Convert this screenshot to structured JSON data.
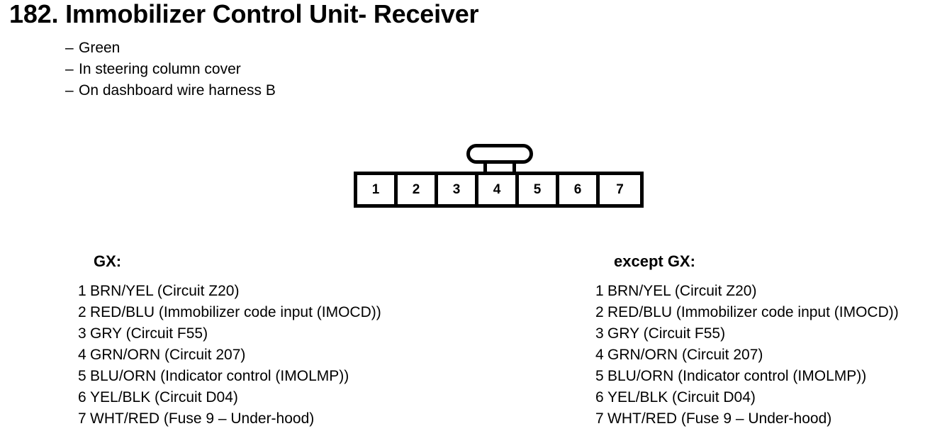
{
  "title": "182. Immobilizer Control Unit- Receiver",
  "notes": {
    "dash": "–",
    "items": [
      "Green",
      "In steering column cover",
      "On dashboard wire harness B"
    ]
  },
  "connector": {
    "pins": [
      "1",
      "2",
      "3",
      "4",
      "5",
      "6",
      "7"
    ]
  },
  "legends": [
    {
      "heading": "GX:",
      "rows": [
        {
          "pin": "1",
          "text": "BRN/YEL (Circuit Z20)"
        },
        {
          "pin": "2",
          "text": "RED/BLU (Immobilizer code input (IMOCD))"
        },
        {
          "pin": "3",
          "text": "GRY (Circuit F55)"
        },
        {
          "pin": "4",
          "text": "GRN/ORN (Circuit 207)"
        },
        {
          "pin": "5",
          "text": "BLU/ORN (Indicator control (IMOLMP))"
        },
        {
          "pin": "6",
          "text": "YEL/BLK (Circuit D04)"
        },
        {
          "pin": "7",
          "text": "WHT/RED (Fuse 9 – Under-hood)"
        }
      ]
    },
    {
      "heading": "except GX:",
      "rows": [
        {
          "pin": "1",
          "text": "BRN/YEL (Circuit Z20)"
        },
        {
          "pin": "2",
          "text": "RED/BLU (Immobilizer code input (IMOCD))"
        },
        {
          "pin": "3",
          "text": "GRY (Circuit F55)"
        },
        {
          "pin": "4",
          "text": "GRN/ORN (Circuit 207)"
        },
        {
          "pin": "5",
          "text": "BLU/ORN (Indicator control (IMOLMP))"
        },
        {
          "pin": "6",
          "text": "YEL/BLK (Circuit D04)"
        },
        {
          "pin": "7",
          "text": "WHT/RED (Fuse 9 – Under-hood)"
        }
      ]
    }
  ],
  "colors": {
    "ink": "#000000",
    "paper": "#ffffff"
  }
}
